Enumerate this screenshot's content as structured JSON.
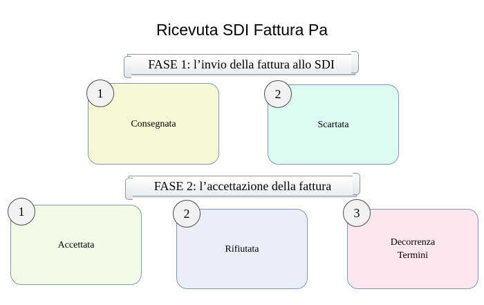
{
  "title": "Ricevuta SDI Fattura Pa",
  "phase1": {
    "label": "FASE 1: l’invio della fattura allo SDI",
    "boxes": [
      {
        "number": "1",
        "label": "Consegnata",
        "color": "#f8f7d5"
      },
      {
        "number": "2",
        "label": "Scartata",
        "color": "#dcfbf3"
      }
    ]
  },
  "phase2": {
    "label": "FASE 2: l’accettazione della fattura",
    "boxes": [
      {
        "number": "1",
        "label": "Accettata",
        "color": "#f2fbe6"
      },
      {
        "number": "2",
        "label": "Rifiutata",
        "color": "#e9eef8"
      },
      {
        "number": "3",
        "label": "Decorrenza Termini",
        "color": "#fde7ef"
      }
    ]
  }
}
